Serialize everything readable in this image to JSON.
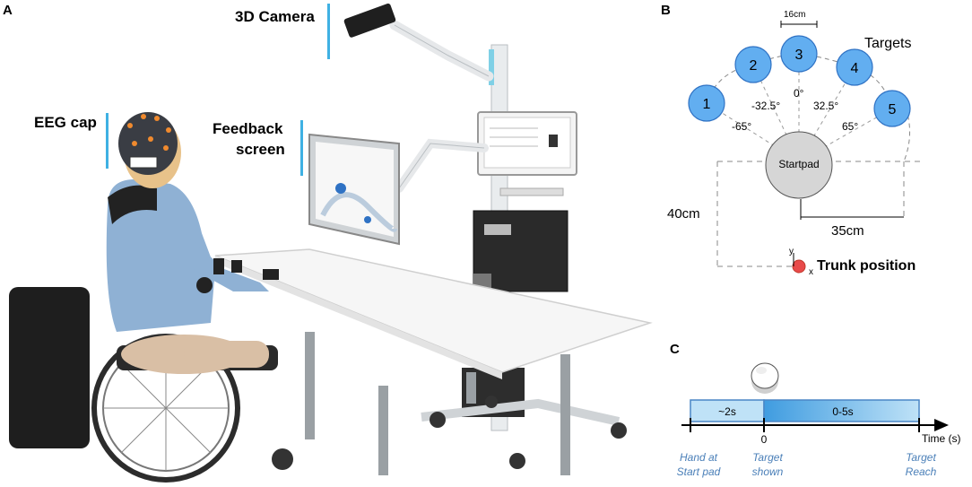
{
  "panels": {
    "a": {
      "letter": "A"
    },
    "b": {
      "letter": "B"
    },
    "c": {
      "letter": "C"
    }
  },
  "photo": {
    "camera_label": "3D Camera",
    "eeg_label": "EEG cap",
    "feedback_label_line1": "Feedback",
    "feedback_label_line2": "screen"
  },
  "setup": {
    "scale_label": "16cm",
    "targets_label": "Targets",
    "targets": [
      {
        "id": "1",
        "angle_label": "-65°"
      },
      {
        "id": "2",
        "angle_label": "-32.5°"
      },
      {
        "id": "3",
        "angle_label": "0°"
      },
      {
        "id": "4",
        "angle_label": "32.5°"
      },
      {
        "id": "5",
        "angle_label": "65°"
      }
    ],
    "startpad_label": "Startpad",
    "distance_vertical": "40cm",
    "distance_horizontal": "35cm",
    "trunk_label": "Trunk position",
    "axis_y": "y",
    "axis_x": "x",
    "colors": {
      "target_fill": "#62aef0",
      "target_stroke": "#2f72c4",
      "startpad_fill": "#d6d6d6",
      "trunk_fill": "#e84a4a"
    }
  },
  "timeline": {
    "axis_label": "Time (s)",
    "phase1_label": "~2s",
    "phase2_label": "0-5s",
    "zero_label": "0",
    "event1_line1": "Hand at",
    "event1_line2": "Start pad",
    "event2_line1": "Target",
    "event2_line2": "shown",
    "event3_line1": "Target",
    "event3_line2": "Reach",
    "colors": {
      "phase_fill": "#bfe2f7",
      "phase_stroke": "#4a86c5",
      "event_text": "#4a7fb8"
    }
  }
}
